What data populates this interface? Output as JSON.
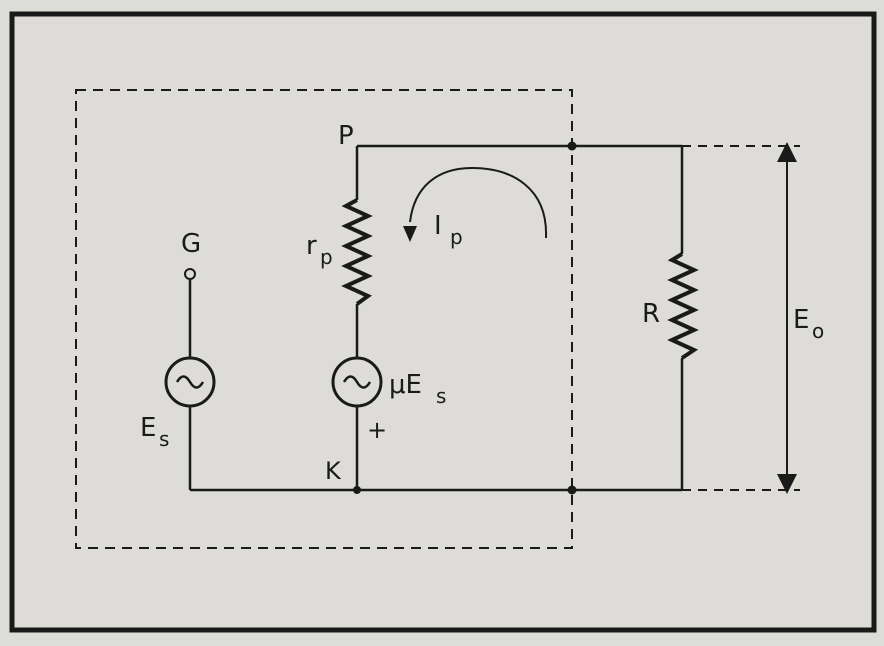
{
  "labels": {
    "grid": "G",
    "plate": "P",
    "cathode": "K",
    "plate_resistance": "r",
    "plate_resistance_sub": "p",
    "plate_current": "I",
    "plate_current_sub": "p",
    "source_voltage": "E",
    "source_voltage_sub": "s",
    "equivalent_generator": "μE",
    "equivalent_generator_sub": "s",
    "polarity": "+",
    "load_resistor": "R",
    "output_voltage": "E",
    "output_voltage_sub": "o"
  },
  "colors": {
    "paper": "#dcdcd8",
    "ink": "#1a1a1a"
  }
}
